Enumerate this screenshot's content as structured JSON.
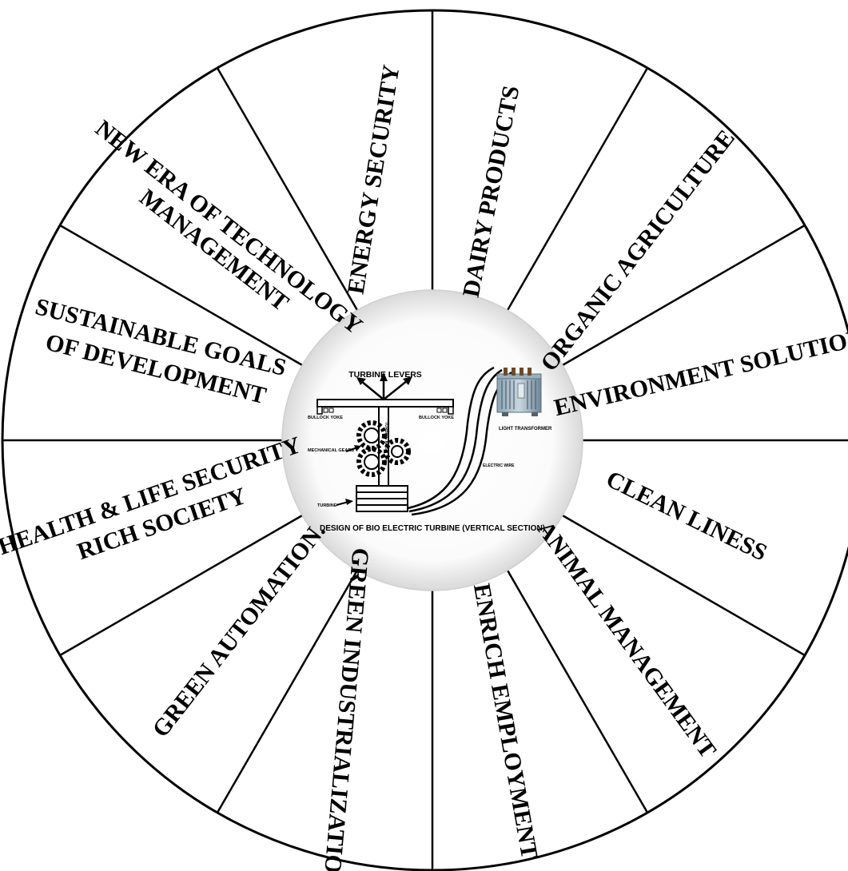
{
  "wheel": {
    "segments": [
      {
        "id": "energy-security",
        "lines": [
          "ENERGY SECURITY"
        ]
      },
      {
        "id": "dairy-products",
        "lines": [
          "DAIRY PRODUCTS"
        ]
      },
      {
        "id": "organic-agriculture",
        "lines": [
          "ORGANIC AGRICULTURE"
        ]
      },
      {
        "id": "environment-solutions",
        "lines": [
          "ENVIRONMENT SOLUTIONS"
        ]
      },
      {
        "id": "clean-liness",
        "lines": [
          "CLEAN LINESS"
        ]
      },
      {
        "id": "animal-management",
        "lines": [
          "ANIMAL MANAGEMENT"
        ]
      },
      {
        "id": "enrich-employment",
        "lines": [
          "ENRICH EMPLOYMENT"
        ]
      },
      {
        "id": "green-industrialization",
        "lines": [
          "GREEN INDUSTRIALIZATION"
        ]
      },
      {
        "id": "green-automation",
        "lines": [
          "GREEN AUTOMATION."
        ]
      },
      {
        "id": "health-life-security",
        "lines": [
          "HEALTH & LIFE SECURITY",
          "RICH SOCIETY"
        ]
      },
      {
        "id": "sustainable-goals",
        "lines": [
          "SUSTAINABLE GOALS",
          "OF DEVELOPMENT"
        ]
      },
      {
        "id": "new-era-technology",
        "lines": [
          "NEW ERA OF TECHNOLOGY",
          "MANAGEMENT"
        ]
      }
    ]
  },
  "center": {
    "turbine_levers": "TURBINE LEVERS",
    "bullock_yoke_left": "BULLOCK YOKE",
    "bullock_yoke_right": "BULLOCK YOKE",
    "mechanical_gears": "MECHANICAL GEARS",
    "turbine_axis": "TURBINE AXIS",
    "turbine": "TURBINE",
    "electric_wire": "ELECTRIC WIRE",
    "light_transformer": "LIGHT TRANSFORMER",
    "caption": "DESIGN OF BIO ELECTRIC TURBINE (VERTICAL SECTION)"
  }
}
